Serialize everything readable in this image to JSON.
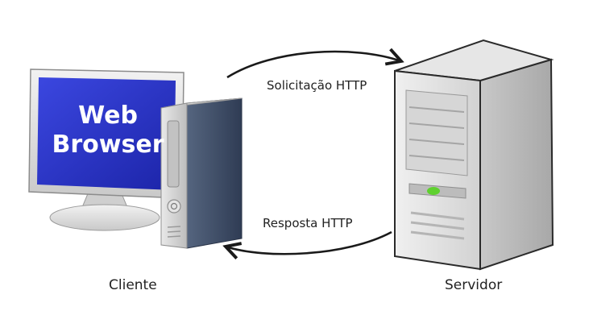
{
  "diagram": {
    "client": {
      "screen_line1": "Web",
      "screen_line2": "Browser",
      "label": "Cliente"
    },
    "server": {
      "label": "Servidor",
      "led_color": "#5fd12f"
    },
    "request": {
      "label": "Solicitação HTTP",
      "direction": "client-to-server"
    },
    "response": {
      "label": "Resposta HTTP",
      "direction": "server-to-client"
    },
    "colors": {
      "screen_blue": "#2a35c9",
      "tower_blue": "#3d4d6a",
      "arrow": "#1a1a1a"
    },
    "icons": [
      "monitor-icon",
      "desktop-tower-icon",
      "server-tower-icon",
      "arrow-right-icon",
      "arrow-left-icon"
    ]
  }
}
